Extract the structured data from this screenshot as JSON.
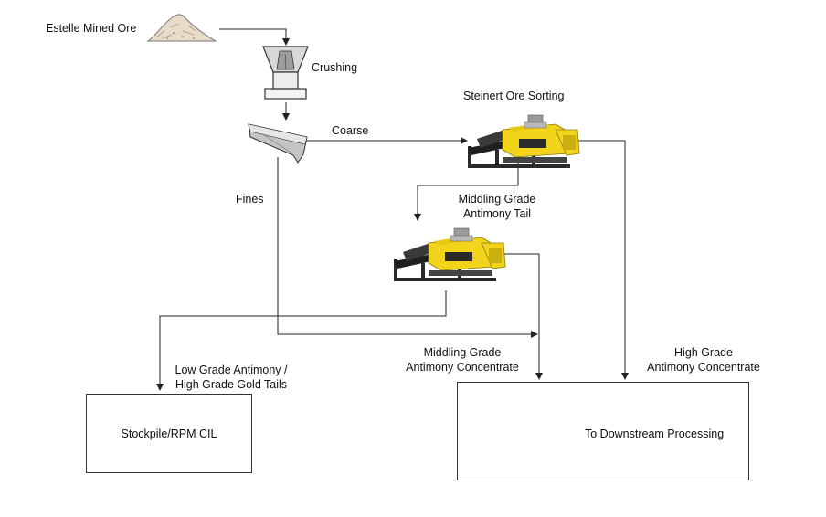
{
  "labels": {
    "mined_ore": "Estelle Mined Ore",
    "crushing": "Crushing",
    "coarse": "Coarse",
    "fines": "Fines",
    "sorting": "Steinert Ore Sorting",
    "middling_tail": [
      "Middling Grade",
      "Antimony Tail"
    ],
    "middling_conc": [
      "Middling Grade",
      "Antimony Concentrate"
    ],
    "high_conc": [
      "High Grade",
      "Antimony Concentrate"
    ],
    "low_grade": [
      "Low Grade Antimony /",
      "High Grade Gold Tails"
    ],
    "stockpile": "Stockpile/RPM CIL",
    "downstream": "To Downstream Processing"
  },
  "icons": [
    "ore-pile-icon",
    "crusher-icon",
    "screen-icon",
    "ore-sorter-icon",
    "ore-sorter-icon",
    "haul-truck-icon"
  ],
  "colors": {
    "line": "#222222",
    "machine_yellow": "#f2d41a",
    "machine_dark": "#2a2a2a",
    "ore": "#e8dcc8"
  }
}
